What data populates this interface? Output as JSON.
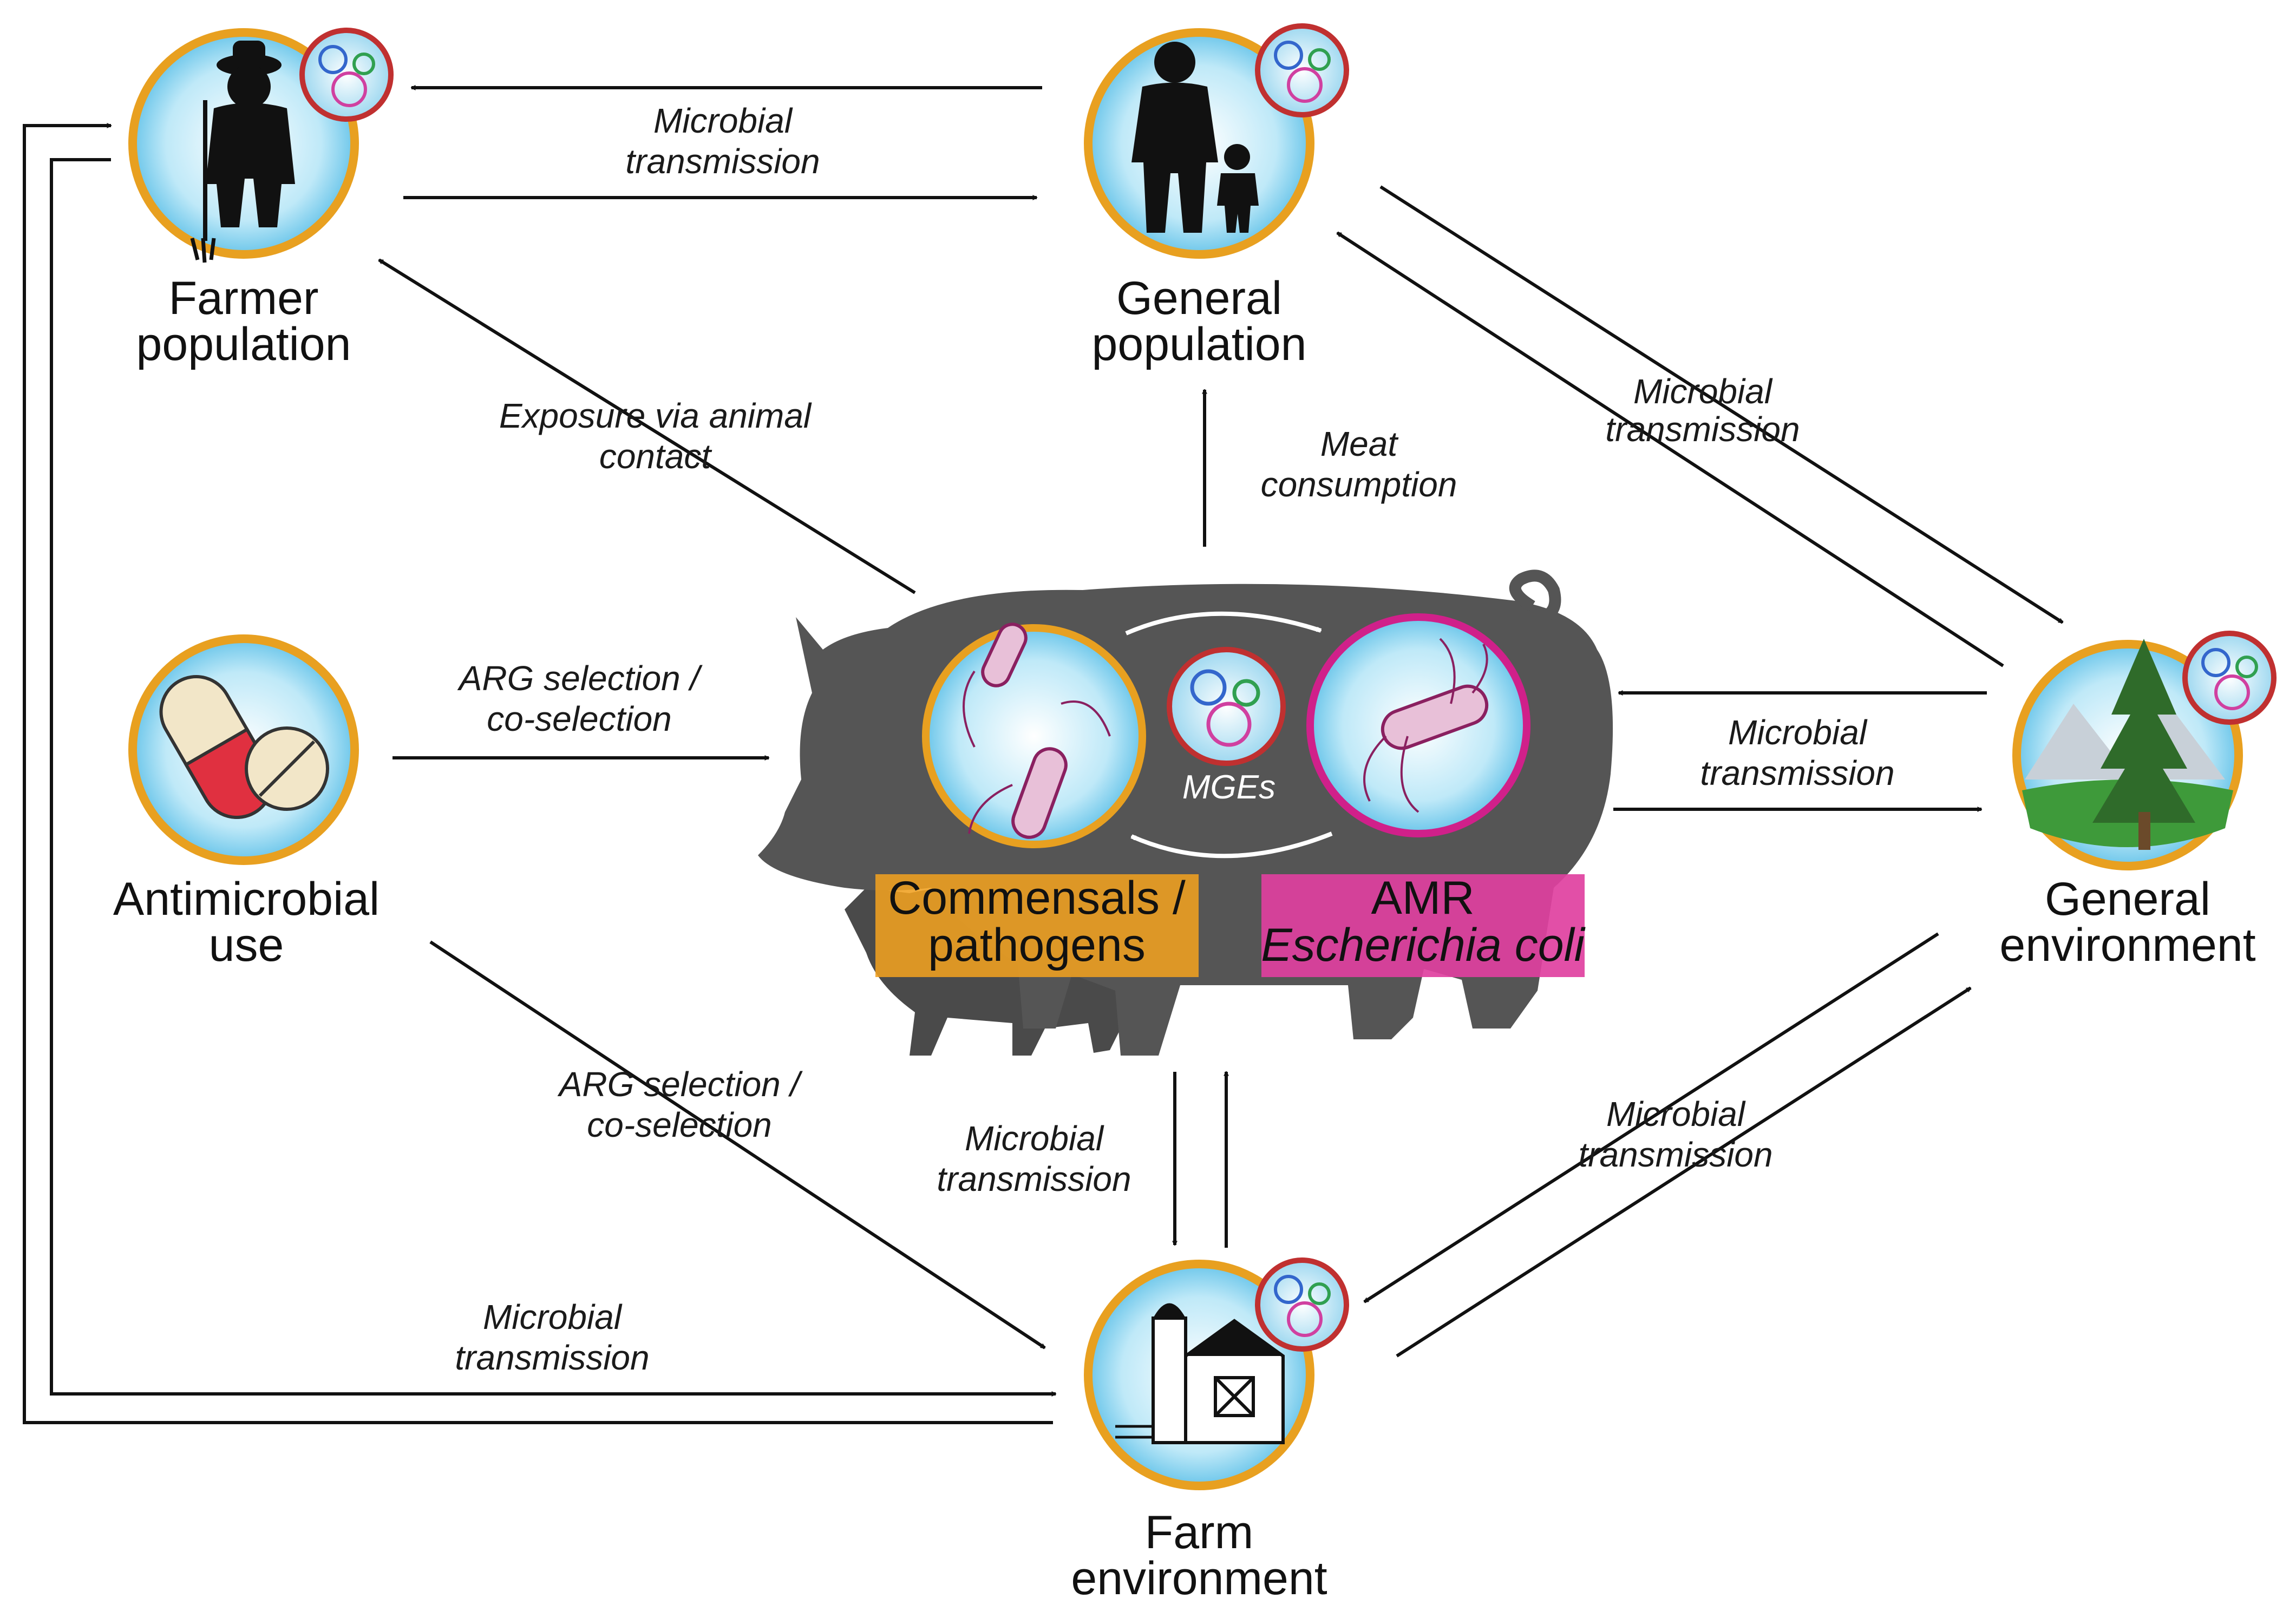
{
  "nodes": {
    "farmer": {
      "line1": "Farmer",
      "line2": "population",
      "icon": "farmer-icon"
    },
    "general_population": {
      "line1": "General",
      "line2": "population",
      "icon": "family-icon"
    },
    "antimicrobial": {
      "line1": "Antimicrobial",
      "line2": "use",
      "icon": "pills-icon"
    },
    "general_environment": {
      "line1": "General",
      "line2": "environment",
      "icon": "tree-icon"
    },
    "farm_environment": {
      "line1": "Farm",
      "line2": "environment",
      "icon": "barn-icon"
    }
  },
  "center": {
    "icon": "pig-icon",
    "commensals": {
      "line1": "Commensals /",
      "line2": "pathogens",
      "color": "#F0A020"
    },
    "amr": {
      "line1": "AMR",
      "line2": "Escherichia coli",
      "color": "#E040A0"
    },
    "mges": "MGEs"
  },
  "edges": {
    "farmer_general": {
      "line1": "Microbial",
      "line2": "transmission"
    },
    "exposure": {
      "line1": "Exposure via animal",
      "line2": "contact"
    },
    "meat": {
      "line1": "Meat",
      "line2": "consumption"
    },
    "general_env_population": {
      "line1": "Microbial",
      "line2": "transmission"
    },
    "arg_pig": {
      "line1": "ARG selection /",
      "line2": "co-selection"
    },
    "pig_env": {
      "line1": "Microbial",
      "line2": "transmission"
    },
    "arg_farm": {
      "line1": "ARG selection /",
      "line2": "co-selection"
    },
    "pig_farm": {
      "line1": "Microbial",
      "line2": "transmission"
    },
    "farm_general_env": {
      "line1": "Microbial",
      "line2": "transmission"
    },
    "farmer_farm": {
      "line1": "Microbial",
      "line2": "transmission"
    }
  },
  "colors": {
    "circle_fill": "#BFE9F8",
    "circle_ring": "#E8A020",
    "pig": "#555555",
    "amr_ring": "#D0208A",
    "arrow": "#111111"
  }
}
